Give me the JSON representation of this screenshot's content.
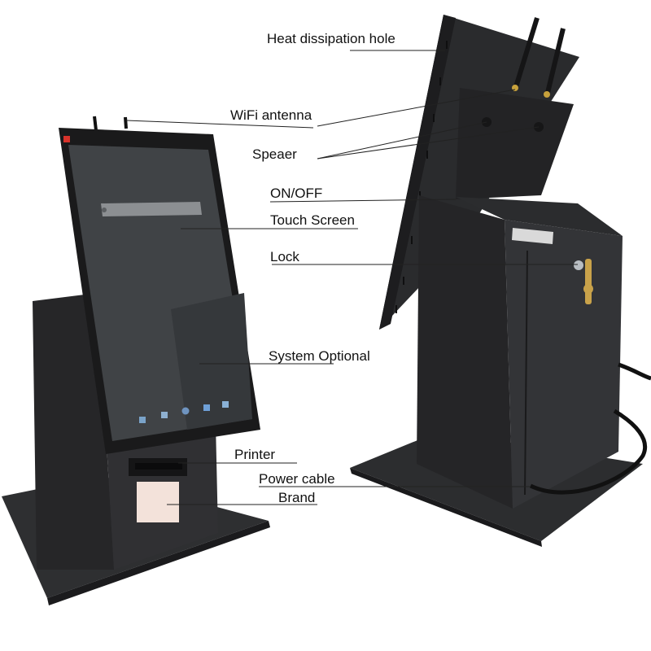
{
  "labels": {
    "heat_dissipation": "Heat dissipation hole",
    "wifi_antenna": "WiFi antenna",
    "speaker": "Speaer",
    "on_off": "ON/OFF",
    "touch_screen": "Touch Screen",
    "lock": "Lock",
    "system_optional": "System Optional",
    "printer": "Printer",
    "power_cable": "Power cable",
    "brand": "Brand"
  },
  "colors": {
    "body": "#2b2b2d",
    "body_dark": "#1a1a1c",
    "screen": "#3a3d40",
    "leader_line": "#222222"
  }
}
